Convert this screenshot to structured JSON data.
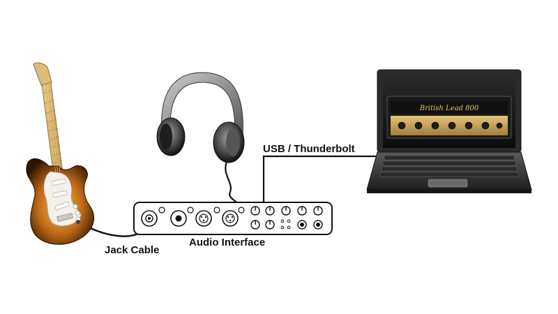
{
  "labels": {
    "jack_cable": "Jack Cable",
    "audio_interface": "Audio Interface",
    "usb_thunderbolt": "USB / Thunderbolt"
  },
  "laptop_screen": {
    "amp_name": "British Lead 800"
  },
  "colors": {
    "cable": "#111111",
    "guitar_sunburst_center": "#e0a040",
    "guitar_sunburst_edge": "#3a1a05",
    "amp_panel": "#c9a45a",
    "laptop_body": "#3a3a3a"
  }
}
